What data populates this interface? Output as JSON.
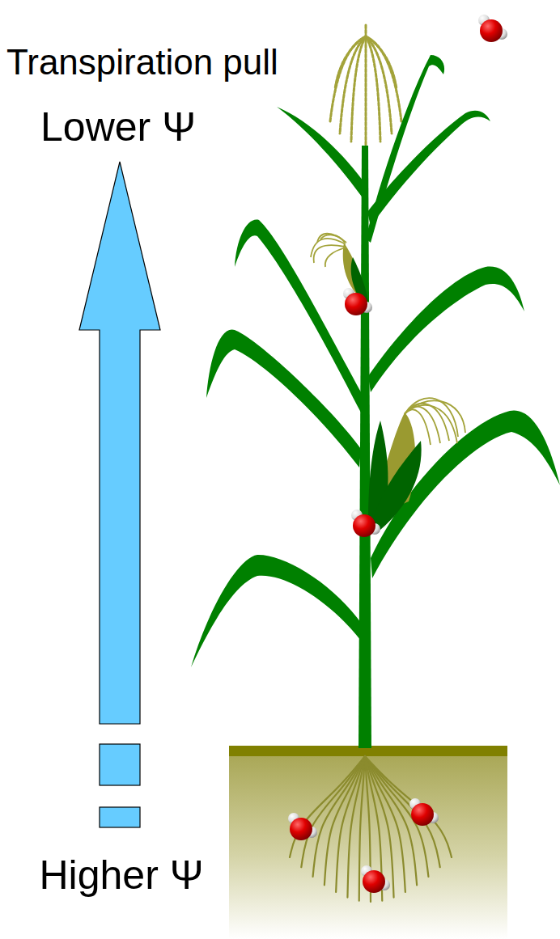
{
  "diagram": {
    "labels": [
      "Transpiration pull",
      "Lower Ψ",
      "Higher Ψ"
    ]
  }
}
